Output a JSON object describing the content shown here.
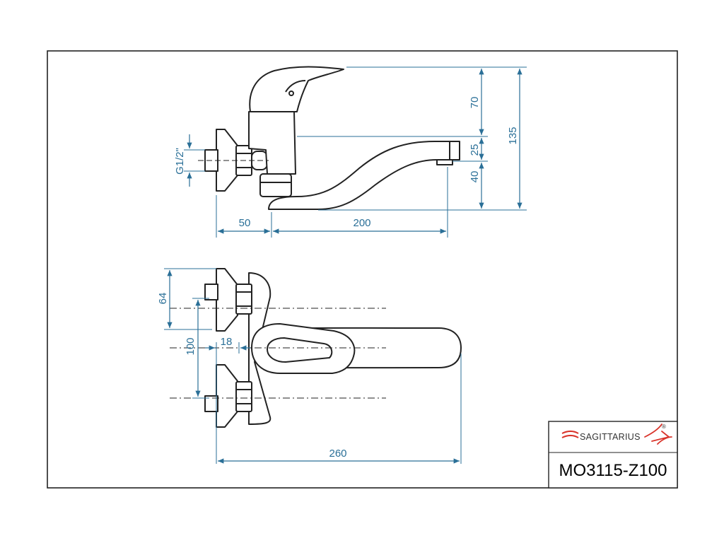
{
  "colors": {
    "dimension": "#2a6f97",
    "outline": "#222222",
    "brand_red": "#d9342b",
    "brand_text": "#333333"
  },
  "dimensions": {
    "thread": "G1/2\"",
    "handle_height": "70",
    "spout_gap": "25",
    "spout_drop": "40",
    "total_height": "135",
    "wall_offset": "50",
    "spout_reach": "200",
    "pipe_spacing": "64",
    "inlet_center": "100",
    "body_depth": "18",
    "total_length": "260"
  },
  "title_block": {
    "brand": "SAGITTARIUS",
    "registered_mark": "®",
    "model_code": "MO3115-Z100"
  }
}
